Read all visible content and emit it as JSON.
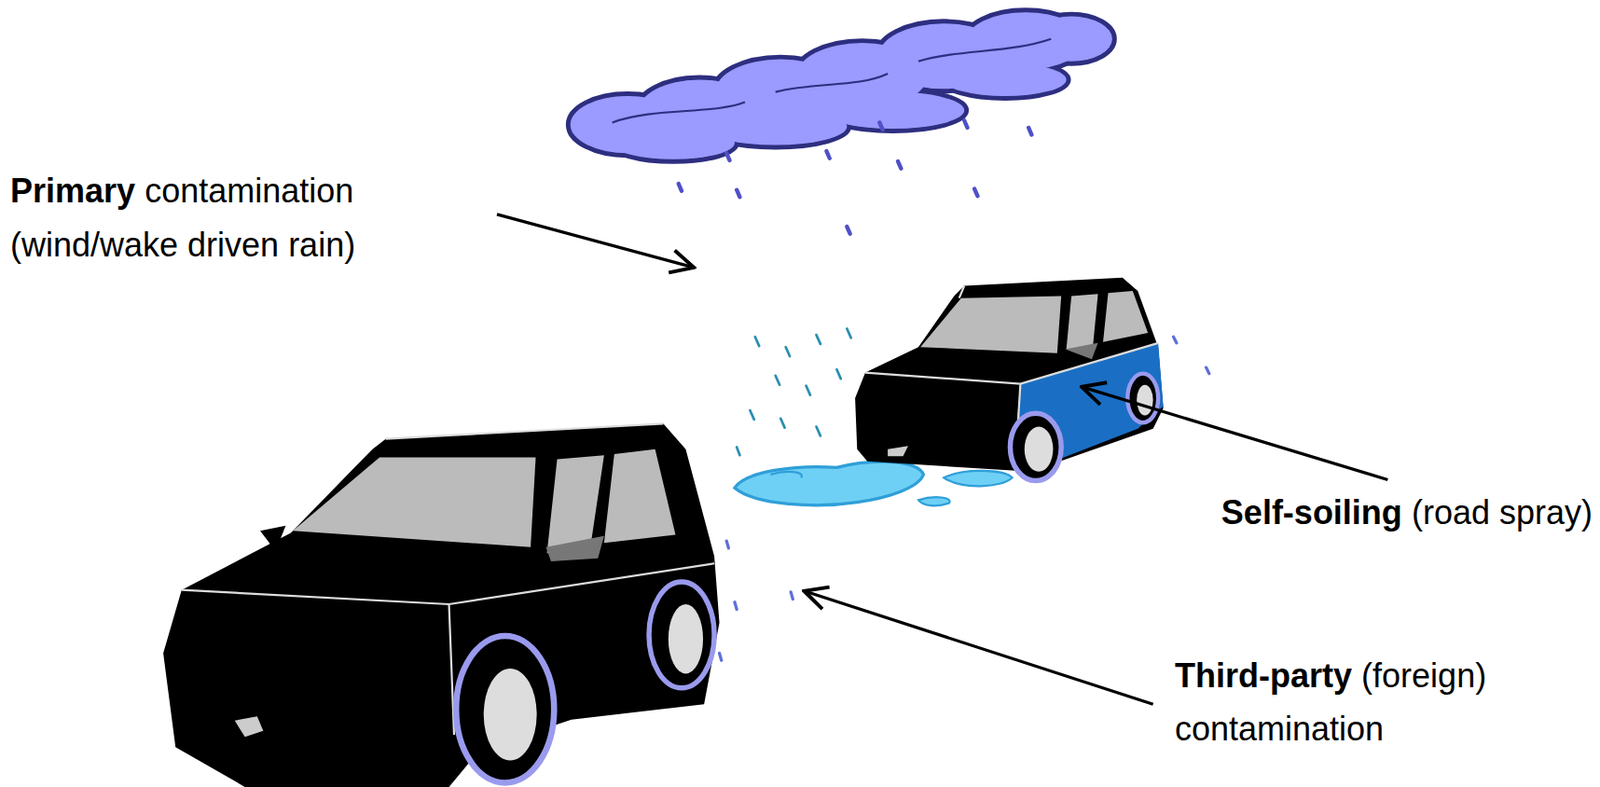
{
  "diagram": {
    "labels": [
      "Primary",
      "contamination",
      "(wind/wake driven rain)",
      "Self-soiling",
      "(road spray)",
      "Third-party",
      "(foreign)",
      "contamination"
    ]
  }
}
